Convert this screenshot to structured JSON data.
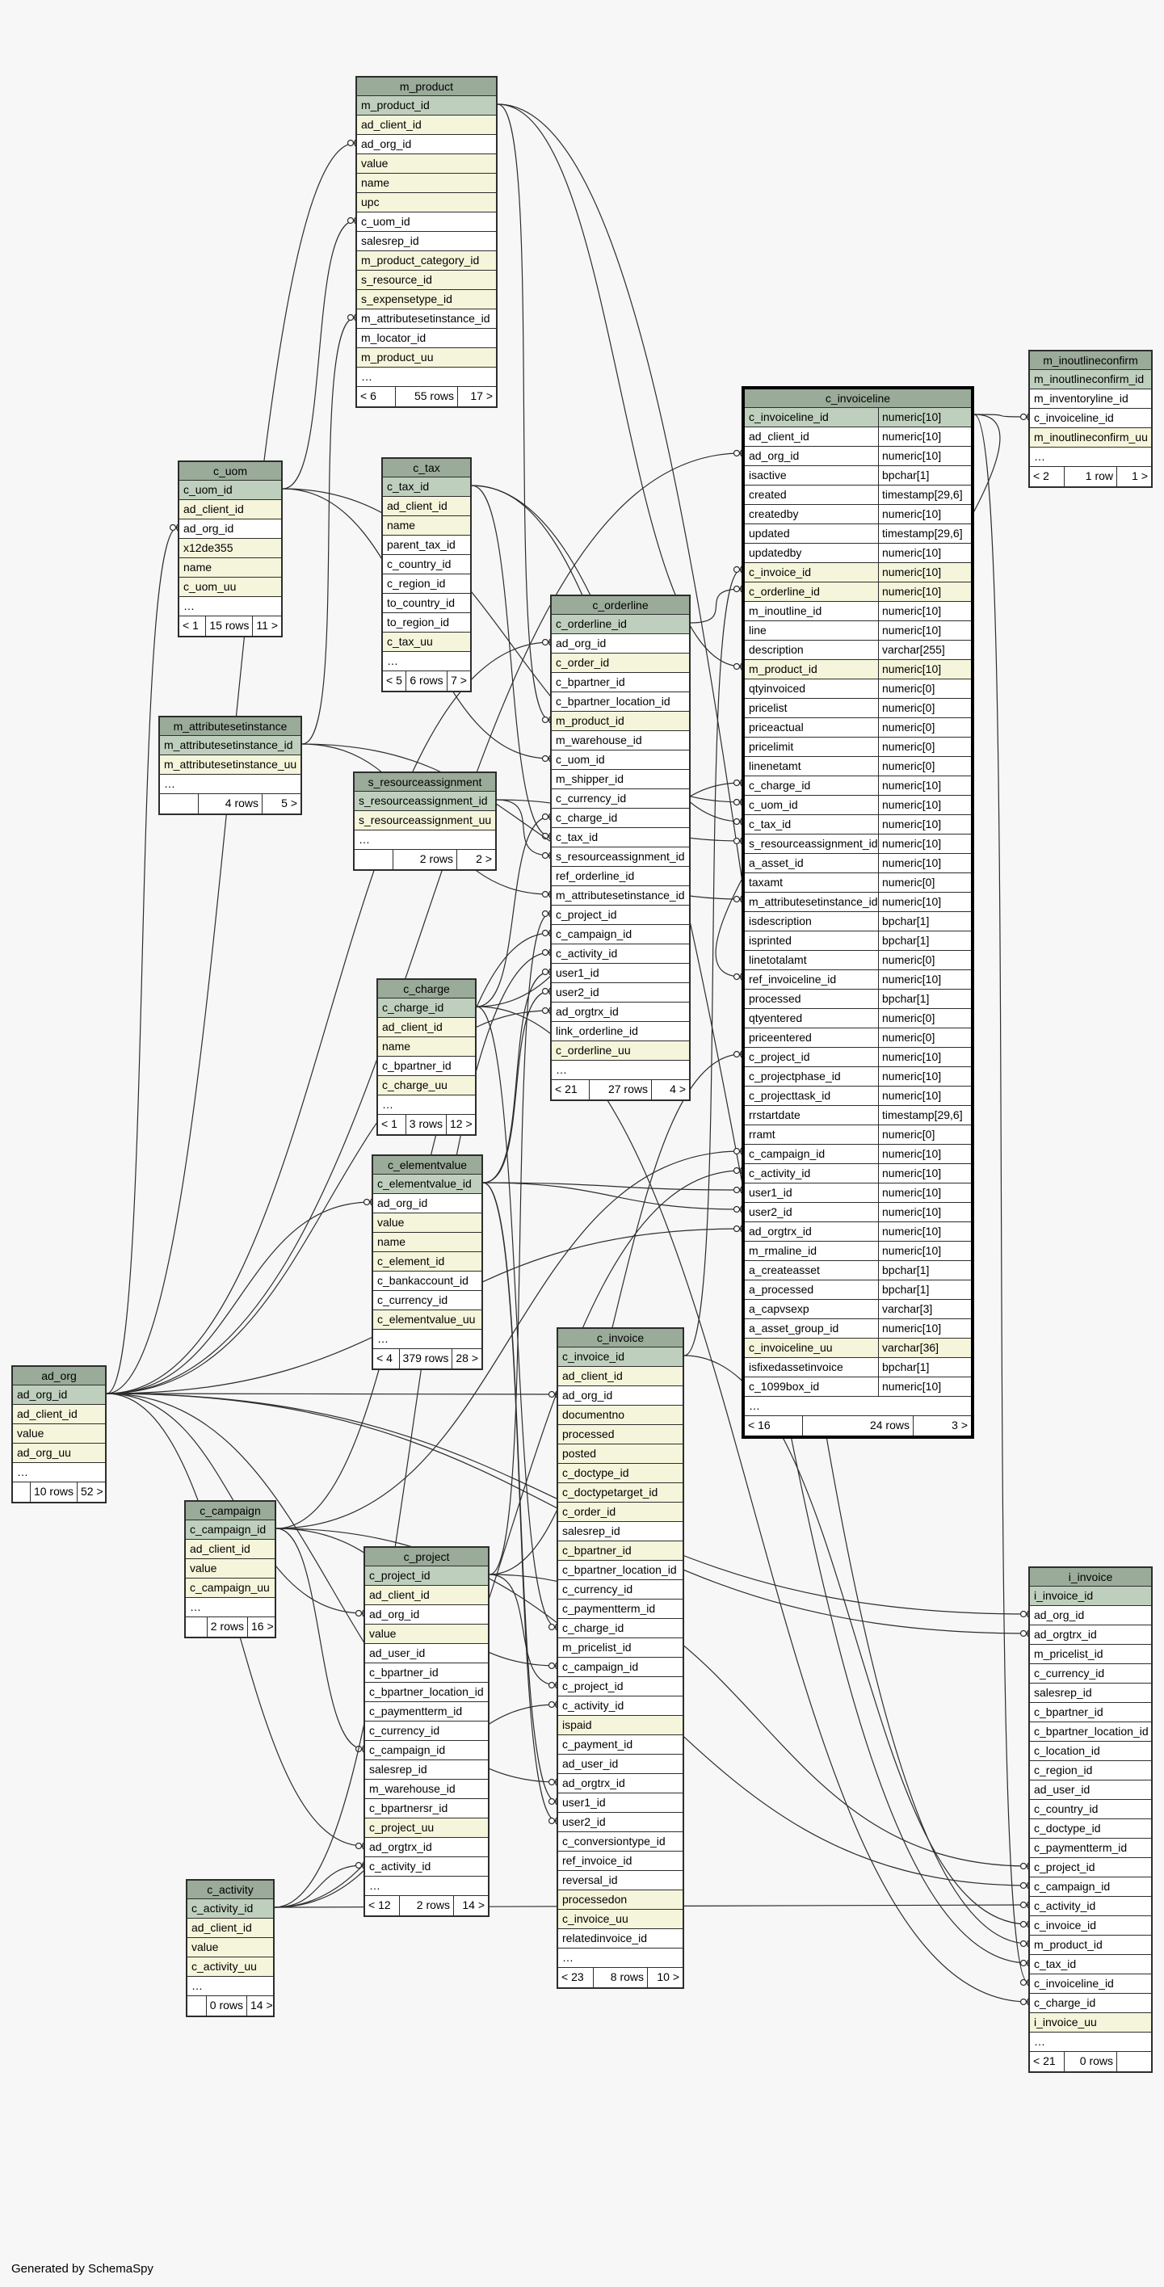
{
  "footer": "Generated by SchemaSpy",
  "colors": {
    "header": "#9aab99",
    "primary_key": "#bfcfbd",
    "foreign_key": "#f5f5db",
    "plain": "#ffffff",
    "line": "#2d2d2d"
  },
  "tables": [
    {
      "name": "m_product",
      "columns": [
        [
          "m_product_id",
          "pk"
        ],
        [
          "ad_client_id",
          "fk"
        ],
        [
          "ad_org_id",
          ""
        ],
        [
          "value",
          "fk"
        ],
        [
          "name",
          "fk"
        ],
        [
          "upc",
          "fk"
        ],
        [
          "c_uom_id",
          ""
        ],
        [
          "salesrep_id",
          ""
        ],
        [
          "m_product_category_id",
          "fk"
        ],
        [
          "s_resource_id",
          "fk"
        ],
        [
          "s_expensetype_id",
          "fk"
        ],
        [
          "m_attributesetinstance_id",
          ""
        ],
        [
          "m_locator_id",
          ""
        ],
        [
          "m_product_uu",
          "fk"
        ]
      ],
      "footer": [
        "< 6",
        "55 rows",
        "17 >"
      ]
    },
    {
      "name": "c_uom",
      "columns": [
        [
          "c_uom_id",
          "pk"
        ],
        [
          "ad_client_id",
          "fk"
        ],
        [
          "ad_org_id",
          ""
        ],
        [
          "x12de355",
          "fk"
        ],
        [
          "name",
          "fk"
        ],
        [
          "c_uom_uu",
          "fk"
        ]
      ],
      "footer": [
        "< 1",
        "15 rows",
        "11 >"
      ]
    },
    {
      "name": "c_tax",
      "columns": [
        [
          "c_tax_id",
          "pk"
        ],
        [
          "ad_client_id",
          "fk"
        ],
        [
          "name",
          "fk"
        ],
        [
          "parent_tax_id",
          ""
        ],
        [
          "c_country_id",
          ""
        ],
        [
          "c_region_id",
          ""
        ],
        [
          "to_country_id",
          ""
        ],
        [
          "to_region_id",
          ""
        ],
        [
          "c_tax_uu",
          "fk"
        ]
      ],
      "footer": [
        "< 5",
        "6 rows",
        "7 >"
      ]
    },
    {
      "name": "m_attributesetinstance",
      "columns": [
        [
          "m_attributesetinstance_id",
          "pk"
        ],
        [
          "m_attributesetinstance_uu",
          "fk"
        ]
      ],
      "footer": [
        "",
        "4 rows",
        "5 >"
      ]
    },
    {
      "name": "s_resourceassignment",
      "columns": [
        [
          "s_resourceassignment_id",
          "pk"
        ],
        [
          "s_resourceassignment_uu",
          "fk"
        ]
      ],
      "footer": [
        "",
        "2 rows",
        "2 >"
      ]
    },
    {
      "name": "c_orderline",
      "columns": [
        [
          "c_orderline_id",
          "pk"
        ],
        [
          "ad_org_id",
          ""
        ],
        [
          "c_order_id",
          "fk"
        ],
        [
          "c_bpartner_id",
          ""
        ],
        [
          "c_bpartner_location_id",
          ""
        ],
        [
          "m_product_id",
          "fk"
        ],
        [
          "m_warehouse_id",
          ""
        ],
        [
          "c_uom_id",
          ""
        ],
        [
          "m_shipper_id",
          ""
        ],
        [
          "c_currency_id",
          ""
        ],
        [
          "c_charge_id",
          ""
        ],
        [
          "c_tax_id",
          ""
        ],
        [
          "s_resourceassignment_id",
          ""
        ],
        [
          "ref_orderline_id",
          ""
        ],
        [
          "m_attributesetinstance_id",
          ""
        ],
        [
          "c_project_id",
          ""
        ],
        [
          "c_campaign_id",
          ""
        ],
        [
          "c_activity_id",
          ""
        ],
        [
          "user1_id",
          ""
        ],
        [
          "user2_id",
          ""
        ],
        [
          "ad_orgtrx_id",
          ""
        ],
        [
          "link_orderline_id",
          ""
        ],
        [
          "c_orderline_uu",
          "fk"
        ]
      ],
      "footer": [
        "< 21",
        "27 rows",
        "4 >"
      ]
    },
    {
      "name": "c_charge",
      "columns": [
        [
          "c_charge_id",
          "pk"
        ],
        [
          "ad_client_id",
          "fk"
        ],
        [
          "name",
          "fk"
        ],
        [
          "c_bpartner_id",
          ""
        ],
        [
          "c_charge_uu",
          "fk"
        ]
      ],
      "footer": [
        "< 1",
        "3 rows",
        "12 >"
      ]
    },
    {
      "name": "c_elementvalue",
      "columns": [
        [
          "c_elementvalue_id",
          "pk"
        ],
        [
          "ad_org_id",
          ""
        ],
        [
          "value",
          "fk"
        ],
        [
          "name",
          "fk"
        ],
        [
          "c_element_id",
          "fk"
        ],
        [
          "c_bankaccount_id",
          ""
        ],
        [
          "c_currency_id",
          ""
        ],
        [
          "c_elementvalue_uu",
          "fk"
        ]
      ],
      "footer": [
        "< 4",
        "379 rows",
        "28 >"
      ]
    },
    {
      "name": "ad_org",
      "columns": [
        [
          "ad_org_id",
          "pk"
        ],
        [
          "ad_client_id",
          "fk"
        ],
        [
          "value",
          "fk"
        ],
        [
          "ad_org_uu",
          "fk"
        ]
      ],
      "footer": [
        "",
        "10 rows",
        "52 >"
      ]
    },
    {
      "name": "c_campaign",
      "columns": [
        [
          "c_campaign_id",
          "pk"
        ],
        [
          "ad_client_id",
          "fk"
        ],
        [
          "value",
          "fk"
        ],
        [
          "c_campaign_uu",
          "fk"
        ]
      ],
      "footer": [
        "",
        "2 rows",
        "16 >"
      ]
    },
    {
      "name": "c_project",
      "columns": [
        [
          "c_project_id",
          "pk"
        ],
        [
          "ad_client_id",
          "fk"
        ],
        [
          "ad_org_id",
          ""
        ],
        [
          "value",
          "fk"
        ],
        [
          "ad_user_id",
          ""
        ],
        [
          "c_bpartner_id",
          ""
        ],
        [
          "c_bpartner_location_id",
          ""
        ],
        [
          "c_paymentterm_id",
          ""
        ],
        [
          "c_currency_id",
          ""
        ],
        [
          "c_campaign_id",
          ""
        ],
        [
          "salesrep_id",
          ""
        ],
        [
          "m_warehouse_id",
          ""
        ],
        [
          "c_bpartnersr_id",
          ""
        ],
        [
          "c_project_uu",
          "fk"
        ],
        [
          "ad_orgtrx_id",
          ""
        ],
        [
          "c_activity_id",
          ""
        ]
      ],
      "footer": [
        "< 12",
        "2 rows",
        "14 >"
      ]
    },
    {
      "name": "c_activity",
      "columns": [
        [
          "c_activity_id",
          "pk"
        ],
        [
          "ad_client_id",
          "fk"
        ],
        [
          "value",
          "fk"
        ],
        [
          "c_activity_uu",
          "fk"
        ]
      ],
      "footer": [
        "",
        "0 rows",
        "14 >"
      ]
    },
    {
      "name": "c_invoice",
      "columns": [
        [
          "c_invoice_id",
          "pk"
        ],
        [
          "ad_client_id",
          "fk"
        ],
        [
          "ad_org_id",
          ""
        ],
        [
          "documentno",
          "fk"
        ],
        [
          "processed",
          "fk"
        ],
        [
          "posted",
          "fk"
        ],
        [
          "c_doctype_id",
          "fk"
        ],
        [
          "c_doctypetarget_id",
          "fk"
        ],
        [
          "c_order_id",
          "fk"
        ],
        [
          "salesrep_id",
          ""
        ],
        [
          "c_bpartner_id",
          "fk"
        ],
        [
          "c_bpartner_location_id",
          ""
        ],
        [
          "c_currency_id",
          ""
        ],
        [
          "c_paymentterm_id",
          ""
        ],
        [
          "c_charge_id",
          ""
        ],
        [
          "m_pricelist_id",
          ""
        ],
        [
          "c_campaign_id",
          ""
        ],
        [
          "c_project_id",
          ""
        ],
        [
          "c_activity_id",
          ""
        ],
        [
          "ispaid",
          "fk"
        ],
        [
          "c_payment_id",
          ""
        ],
        [
          "ad_user_id",
          ""
        ],
        [
          "ad_orgtrx_id",
          ""
        ],
        [
          "user1_id",
          ""
        ],
        [
          "user2_id",
          ""
        ],
        [
          "c_conversiontype_id",
          ""
        ],
        [
          "ref_invoice_id",
          ""
        ],
        [
          "reversal_id",
          ""
        ],
        [
          "processedon",
          "fk"
        ],
        [
          "c_invoice_uu",
          "fk"
        ],
        [
          "relatedinvoice_id",
          ""
        ]
      ],
      "footer": [
        "< 23",
        "8 rows",
        "10 >"
      ]
    },
    {
      "name": "c_invoiceline",
      "columns": [
        [
          "c_invoiceline_id",
          "pk",
          "numeric[10]"
        ],
        [
          "ad_client_id",
          "",
          "numeric[10]"
        ],
        [
          "ad_org_id",
          "",
          "numeric[10]"
        ],
        [
          "isactive",
          "",
          "bpchar[1]"
        ],
        [
          "created",
          "",
          "timestamp[29,6]"
        ],
        [
          "createdby",
          "",
          "numeric[10]"
        ],
        [
          "updated",
          "",
          "timestamp[29,6]"
        ],
        [
          "updatedby",
          "",
          "numeric[10]"
        ],
        [
          "c_invoice_id",
          "fk",
          "numeric[10]"
        ],
        [
          "c_orderline_id",
          "fk",
          "numeric[10]"
        ],
        [
          "m_inoutline_id",
          "",
          "numeric[10]"
        ],
        [
          "line",
          "",
          "numeric[10]"
        ],
        [
          "description",
          "",
          "varchar[255]"
        ],
        [
          "m_product_id",
          "fk",
          "numeric[10]"
        ],
        [
          "qtyinvoiced",
          "",
          "numeric[0]"
        ],
        [
          "pricelist",
          "",
          "numeric[0]"
        ],
        [
          "priceactual",
          "",
          "numeric[0]"
        ],
        [
          "pricelimit",
          "",
          "numeric[0]"
        ],
        [
          "linenetamt",
          "",
          "numeric[0]"
        ],
        [
          "c_charge_id",
          "",
          "numeric[10]"
        ],
        [
          "c_uom_id",
          "",
          "numeric[10]"
        ],
        [
          "c_tax_id",
          "",
          "numeric[10]"
        ],
        [
          "s_resourceassignment_id",
          "",
          "numeric[10]"
        ],
        [
          "a_asset_id",
          "",
          "numeric[10]"
        ],
        [
          "taxamt",
          "",
          "numeric[0]"
        ],
        [
          "m_attributesetinstance_id",
          "",
          "numeric[10]"
        ],
        [
          "isdescription",
          "",
          "bpchar[1]"
        ],
        [
          "isprinted",
          "",
          "bpchar[1]"
        ],
        [
          "linetotalamt",
          "",
          "numeric[0]"
        ],
        [
          "ref_invoiceline_id",
          "",
          "numeric[10]"
        ],
        [
          "processed",
          "",
          "bpchar[1]"
        ],
        [
          "qtyentered",
          "",
          "numeric[0]"
        ],
        [
          "priceentered",
          "",
          "numeric[0]"
        ],
        [
          "c_project_id",
          "",
          "numeric[10]"
        ],
        [
          "c_projectphase_id",
          "",
          "numeric[10]"
        ],
        [
          "c_projecttask_id",
          "",
          "numeric[10]"
        ],
        [
          "rrstartdate",
          "",
          "timestamp[29,6]"
        ],
        [
          "rramt",
          "",
          "numeric[0]"
        ],
        [
          "c_campaign_id",
          "",
          "numeric[10]"
        ],
        [
          "c_activity_id",
          "",
          "numeric[10]"
        ],
        [
          "user1_id",
          "",
          "numeric[10]"
        ],
        [
          "user2_id",
          "",
          "numeric[10]"
        ],
        [
          "ad_orgtrx_id",
          "",
          "numeric[10]"
        ],
        [
          "m_rmaline_id",
          "",
          "numeric[10]"
        ],
        [
          "a_createasset",
          "",
          "bpchar[1]"
        ],
        [
          "a_processed",
          "",
          "bpchar[1]"
        ],
        [
          "a_capvsexp",
          "",
          "varchar[3]"
        ],
        [
          "a_asset_group_id",
          "",
          "numeric[10]"
        ],
        [
          "c_invoiceline_uu",
          "fk",
          "varchar[36]"
        ],
        [
          "isfixedassetinvoice",
          "",
          "bpchar[1]"
        ],
        [
          "c_1099box_id",
          "",
          "numeric[10]"
        ]
      ],
      "footer": [
        "< 16",
        "24 rows",
        "3 >"
      ]
    },
    {
      "name": "m_inoutlineconfirm",
      "columns": [
        [
          "m_inoutlineconfirm_id",
          "pk"
        ],
        [
          "m_inventoryline_id",
          ""
        ],
        [
          "c_invoiceline_id",
          ""
        ],
        [
          "m_inoutlineconfirm_uu",
          "fk"
        ]
      ],
      "footer": [
        "< 2",
        "1 row",
        "1 >"
      ]
    },
    {
      "name": "i_invoice",
      "columns": [
        [
          "i_invoice_id",
          "pk"
        ],
        [
          "ad_org_id",
          ""
        ],
        [
          "ad_orgtrx_id",
          ""
        ],
        [
          "m_pricelist_id",
          ""
        ],
        [
          "c_currency_id",
          ""
        ],
        [
          "salesrep_id",
          ""
        ],
        [
          "c_bpartner_id",
          ""
        ],
        [
          "c_bpartner_location_id",
          ""
        ],
        [
          "c_location_id",
          ""
        ],
        [
          "c_region_id",
          ""
        ],
        [
          "ad_user_id",
          ""
        ],
        [
          "c_country_id",
          ""
        ],
        [
          "c_doctype_id",
          ""
        ],
        [
          "c_paymentterm_id",
          ""
        ],
        [
          "c_project_id",
          ""
        ],
        [
          "c_campaign_id",
          ""
        ],
        [
          "c_activity_id",
          ""
        ],
        [
          "c_invoice_id",
          ""
        ],
        [
          "m_product_id",
          ""
        ],
        [
          "c_tax_id",
          ""
        ],
        [
          "c_invoiceline_id",
          ""
        ],
        [
          "c_charge_id",
          ""
        ],
        [
          "i_invoice_uu",
          "fk"
        ]
      ],
      "footer": [
        "< 21",
        "0 rows",
        ""
      ]
    }
  ]
}
